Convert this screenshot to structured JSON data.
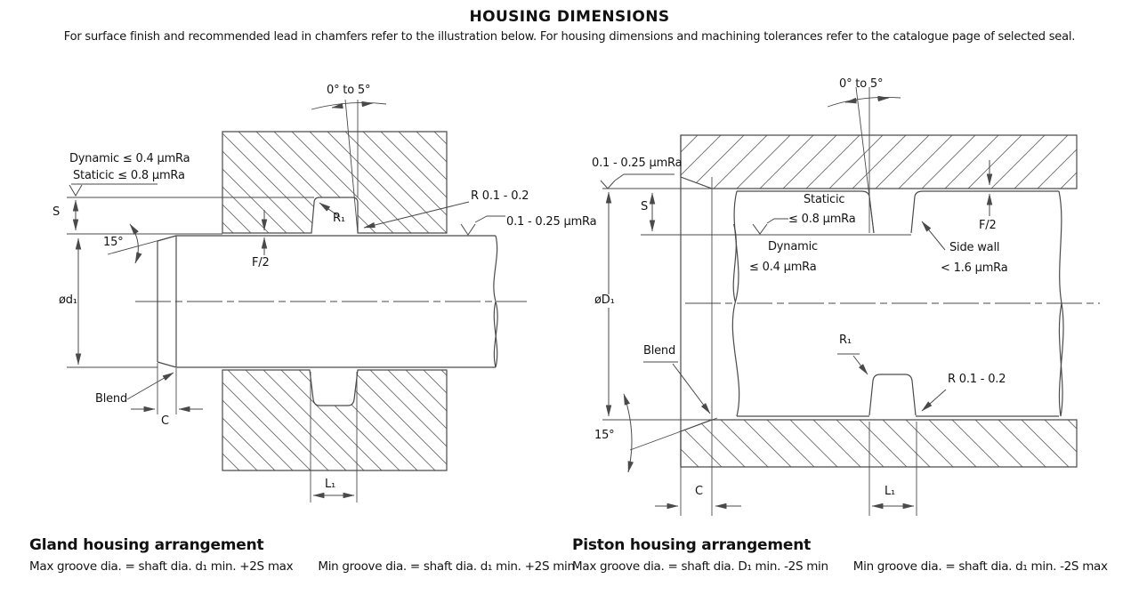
{
  "page": {
    "title": "HOUSING DIMENSIONS",
    "subtitle": "For surface finish and recommended lead in chamfers refer to the illustration below. For housing dimensions and machining tolerances refer to the catalogue page of selected seal."
  },
  "icons": {
    "surface_finish": "check-triangle"
  },
  "gland": {
    "heading": "Gland housing arrangement",
    "formula_max": "Max groove dia. = shaft dia. d₁ min. +2S max",
    "formula_min": "Min groove dia. = shaft dia. d₁ min. +2S min",
    "labels": {
      "dynamic": "Dynamic ≤ 0.4 µmRa",
      "static": "Staticic ≤ 0.8 µmRa",
      "angle_range": "0° to 5°",
      "r1": "R₁",
      "radius": "R 0.1 - 0.2",
      "surface": "0.1 - 0.25 µmRa",
      "s": "S",
      "f2": "F/2",
      "dia": "ød₁",
      "angle15": "15°",
      "blend": "Blend",
      "c": "C",
      "l1": "L₁"
    }
  },
  "piston": {
    "heading": "Piston housing arrangement",
    "formula_max": "Max groove dia. = shaft dia. D₁ min. -2S min",
    "formula_min": "Min groove dia. = shaft dia. d₁ min. -2S max",
    "labels": {
      "surface": "0.1 - 0.25 µmRa",
      "angle_range": "0° to 5°",
      "s": "S",
      "static_title": "Staticic",
      "static_value": "≤ 0.8 µmRa",
      "dynamic_title": "Dynamic",
      "dynamic_value": "≤ 0.4 µmRa",
      "f2": "F/2",
      "sidewall_title": "Side wall",
      "sidewall_value": "< 1.6 µmRa",
      "dia": "øD₁",
      "blend": "Blend",
      "r1": "R₁",
      "radius": "R 0.1 - 0.2",
      "angle15": "15°",
      "c": "C",
      "l1": "L₁"
    }
  }
}
